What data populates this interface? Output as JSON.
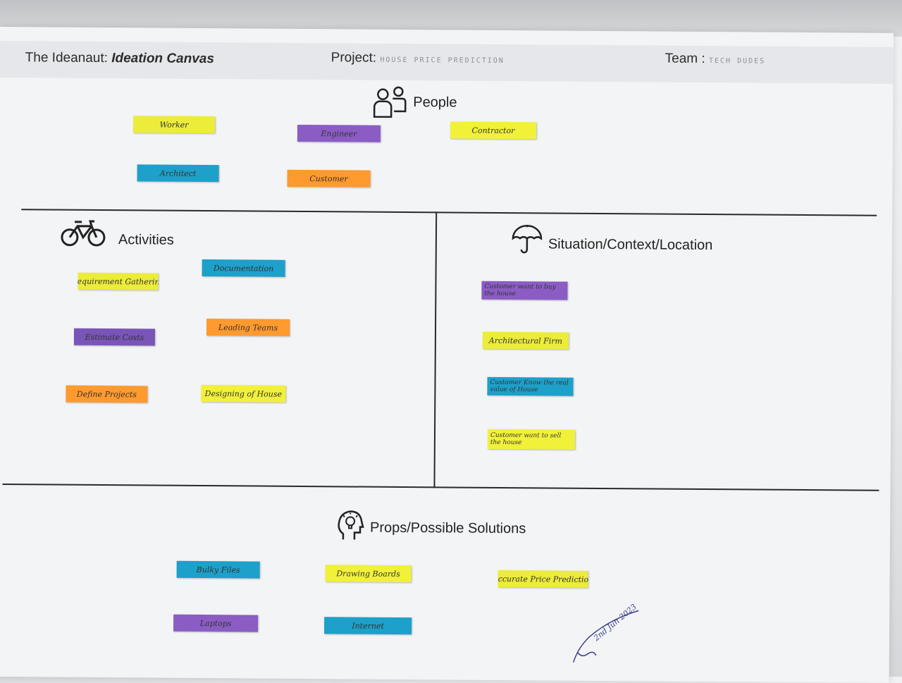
{
  "header": {
    "brand_prefix": "The Ideanaut:",
    "brand_title": "Ideation Canvas",
    "project_label": "Project:",
    "project_value": "HOUSE PRICE PREDICTION",
    "team_label": "Team :",
    "team_value": "TECH DUDES"
  },
  "sections": {
    "people": "People",
    "activities": "Activities",
    "situation": "Situation/Context/Location",
    "props": "Props/Possible Solutions"
  },
  "colors": {
    "yellow": "#ecec3a",
    "purple": "#8b5cc4",
    "blue": "#1da0c9",
    "orange": "#ff9a2e"
  },
  "people_notes": [
    "Worker",
    "Engineer",
    "Contractor",
    "Architect",
    "Customer"
  ],
  "activities_notes": [
    "Documentation",
    "Requirement Gathering",
    "Leading Teams",
    "Estimate Costs",
    "Define Projects",
    "Designing of House"
  ],
  "situation_notes": [
    "Customer want to buy the house",
    "Architectural Firm",
    "Customer Know the real value of House",
    "Customer want to sell the house"
  ],
  "props_notes": [
    "Bulky Files",
    "Drawing Boards",
    "Accurate Price Prediction",
    "Laptops",
    "Internet"
  ],
  "signature": {
    "date": "2nd Jun 2023"
  },
  "icons": [
    "people-icon",
    "bicycle-icon",
    "umbrella-icon",
    "idea-head-icon"
  ]
}
